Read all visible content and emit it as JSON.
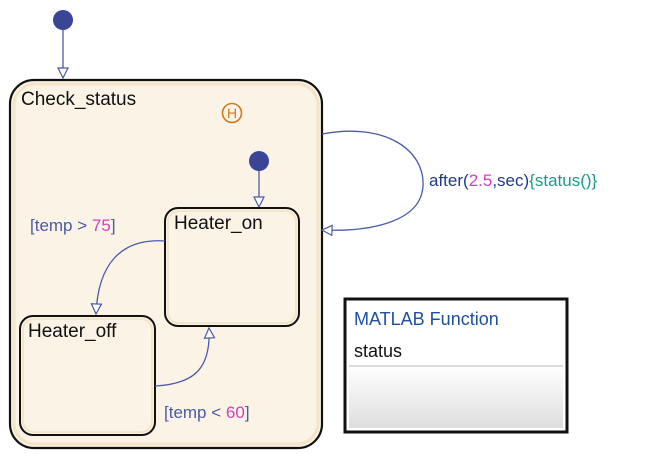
{
  "chart_name": "",
  "states": {
    "check_status": "Check_status",
    "heater_on": "Heater_on",
    "heater_off": "Heater_off"
  },
  "history_junction": "H",
  "transitions": {
    "outer_self": {
      "pre": "after(",
      "num": "2.5",
      "mid": ",sec)",
      "action": "{status()}"
    },
    "on_to_off": {
      "pre": "[temp > ",
      "num": "75",
      "post": "]"
    },
    "off_to_on": {
      "pre": "[temp < ",
      "num": "60",
      "post": "]"
    }
  },
  "matlab_function": {
    "title": "MATLAB Function",
    "name": "status"
  },
  "colors": {
    "default_transition_dot": "#3a4595",
    "transition_line": "#4a5aa8",
    "state_fill": "#fbf3e6",
    "state_border": "#111111",
    "number_magenta": "#d23fc0",
    "action_teal": "#1a9a8a",
    "history_orange": "#d2781b",
    "function_title_blue": "#1f4fa0"
  }
}
